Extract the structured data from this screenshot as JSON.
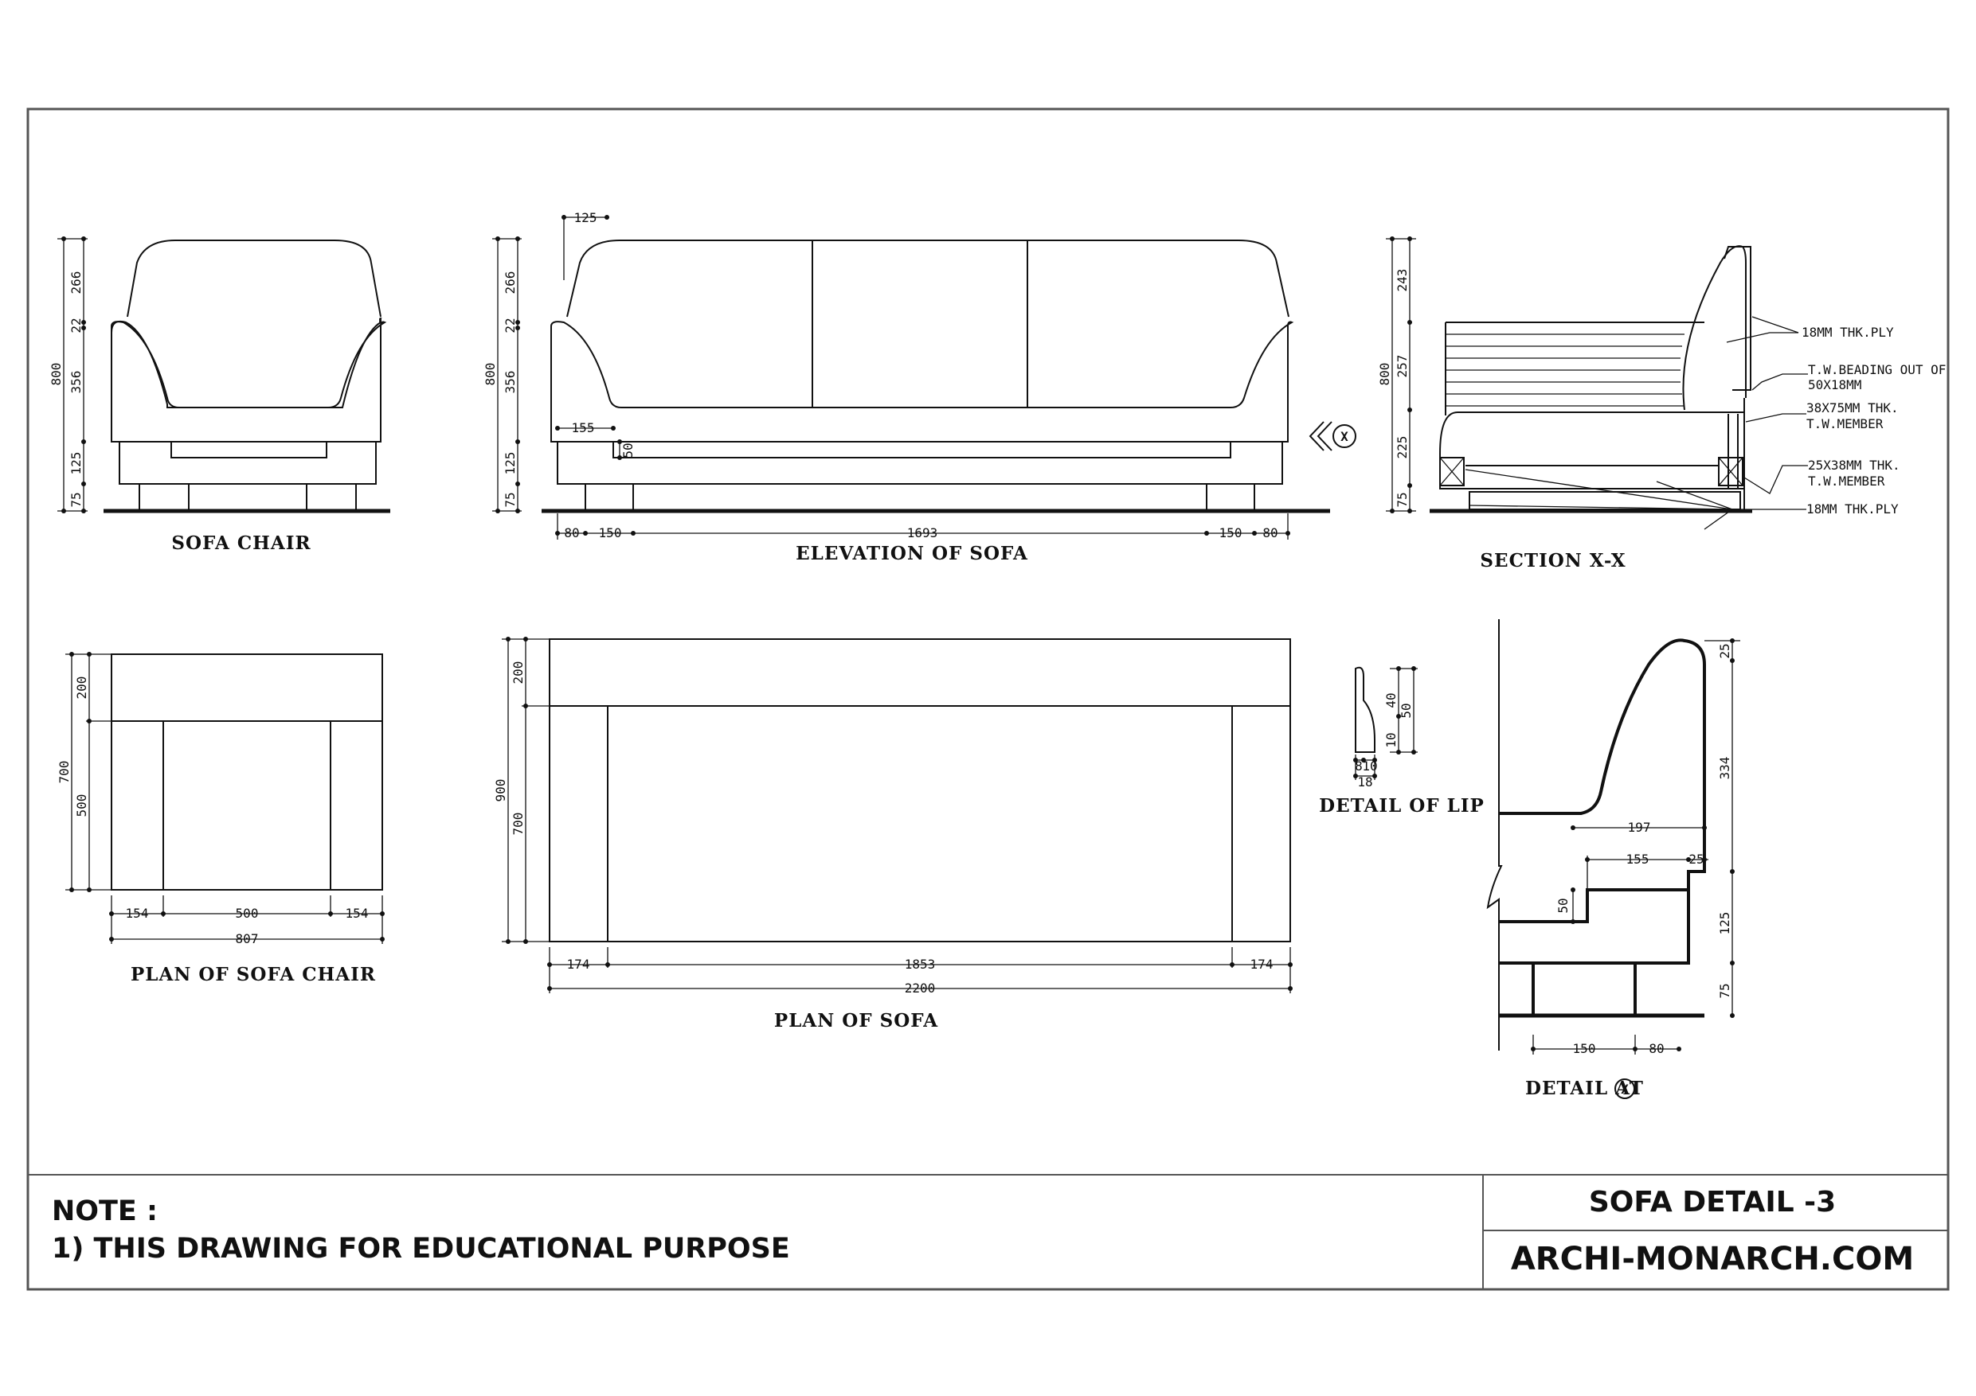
{
  "titles": {
    "sofa_chair": "SOFA CHAIR",
    "elevation": "ELEVATION OF SOFA",
    "section": "SECTION X-X",
    "plan_chair": "PLAN OF SOFA CHAIR",
    "plan_sofa": "PLAN OF SOFA",
    "detail_lip": "DETAIL OF LIP",
    "detail_at": "DETAIL AT",
    "section_marker": "X"
  },
  "chair_dims": {
    "total": "800",
    "d266": "266",
    "d22": "22",
    "d356": "356",
    "d125": "125",
    "d75": "75"
  },
  "elev_dims": {
    "total": "800",
    "d266": "266",
    "d22": "22",
    "d356": "356",
    "d125": "125",
    "d75": "75",
    "top125": "125",
    "d155": "155",
    "d50": "50",
    "b80a": "80",
    "b150a": "150",
    "b1693": "1693",
    "b150b": "150",
    "b80b": "80"
  },
  "section_dims": {
    "total": "800",
    "d243": "243",
    "d257": "257",
    "d225": "225",
    "d75": "75",
    "notes": [
      "18MM THK.PLY",
      "T.W.BEADING OUT OF",
      "50X18MM",
      "38X75MM THK.",
      "T.W.MEMBER",
      "25X38MM THK.",
      "T.W.MEMBER",
      "18MM THK.PLY"
    ]
  },
  "plan_chair_dims": {
    "total": "700",
    "d200": "200",
    "d500": "500",
    "w154a": "154",
    "w500": "500",
    "w154b": "154",
    "w807": "807"
  },
  "plan_sofa_dims": {
    "total": "900",
    "d200": "200",
    "d700": "700",
    "w174a": "174",
    "w1853": "1853",
    "w174b": "174",
    "w2200": "2200"
  },
  "lip_dims": {
    "d40": "40",
    "d50": "50",
    "d10v": "10",
    "d8": "8",
    "d10h": "10",
    "d18": "18"
  },
  "detail_dims": {
    "d25v": "25",
    "d334": "334",
    "d197": "197",
    "d155": "155",
    "d25h": "25",
    "d50": "50",
    "d125": "125",
    "d75": "75",
    "d150": "150",
    "d80": "80"
  },
  "note": {
    "heading": "NOTE :",
    "line1": "1) THIS DRAWING FOR EDUCATIONAL PURPOSE"
  },
  "title_block": {
    "drawing_title": "SOFA DETAIL -3",
    "website": "ARCHI-MONARCH.COM"
  }
}
